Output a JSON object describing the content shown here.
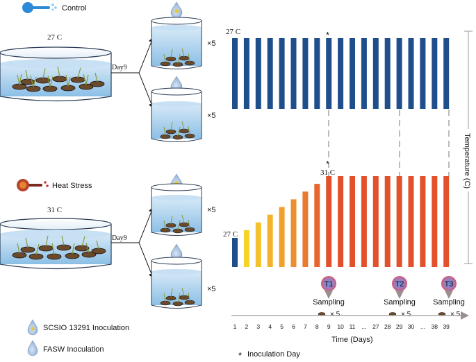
{
  "legend_top": {
    "control": "Control",
    "heat_stress": "Heat Stress"
  },
  "control": {
    "temp": "27 C",
    "day_label": "Day9",
    "rep1": "×5",
    "rep2": "×5",
    "chart_temp": "27 C",
    "star": "*"
  },
  "heat": {
    "temp": "31 C",
    "day_label": "Day9",
    "rep1": "×5",
    "rep2": "×5",
    "chart_temp_low": "27 C",
    "chart_temp_high": "31 C",
    "star": "*"
  },
  "y_axis_label": "Temperature (C)",
  "timepoints": [
    {
      "label": "T1",
      "sampling": "Sampling",
      "count": "× 5"
    },
    {
      "label": "T2",
      "sampling": "Sampling",
      "count": "× 5"
    },
    {
      "label": "T3",
      "sampling": "Sampling",
      "count": "× 5"
    }
  ],
  "x_axis": {
    "ticks": [
      "1",
      "2",
      "3",
      "4",
      "5",
      "6",
      "7",
      "8",
      "9",
      "10",
      "11",
      "...",
      "27",
      "28",
      "29",
      "30",
      "...",
      "38",
      "39"
    ],
    "title": "Time (Days)"
  },
  "legend_bottom": {
    "scsio": "SCSIO 13291 Inoculation",
    "fasw": "FASW Inoculation",
    "star": "*",
    "inoculation_day": "Inoculation Day"
  },
  "colors": {
    "control_bar": "#1f4e8c",
    "heat_bar": "#e2512b",
    "water": "#a8cdeb",
    "sampling_circle": "#e94b4b",
    "sampling_circle_mid": "#6f8fd6"
  },
  "chart_data": [
    {
      "type": "bar",
      "categories": [
        "1",
        "2",
        "3",
        "4",
        "5",
        "6",
        "7",
        "8",
        "9",
        "10",
        "11",
        "...",
        "27",
        "28",
        "29",
        "30",
        "...",
        "38",
        "39"
      ],
      "series": [
        {
          "values": [
            27,
            27,
            27,
            27,
            27,
            27,
            27,
            27,
            27,
            27,
            27,
            27,
            27,
            27,
            27,
            27,
            27,
            27,
            27
          ]
        }
      ]
    },
    {
      "type": "bar",
      "categories": [
        "1",
        "2",
        "3",
        "4",
        "5",
        "6",
        "7",
        "8",
        "9",
        "10",
        "11",
        "...",
        "27",
        "28",
        "29",
        "30",
        "...",
        "38",
        "39"
      ],
      "series": [
        {
          "values": [
            27,
            27.5,
            28,
            28.5,
            29,
            29.5,
            30,
            30.5,
            31,
            31,
            31,
            31,
            31,
            31,
            31,
            31,
            31,
            31,
            31
          ]
        }
      ]
    }
  ]
}
